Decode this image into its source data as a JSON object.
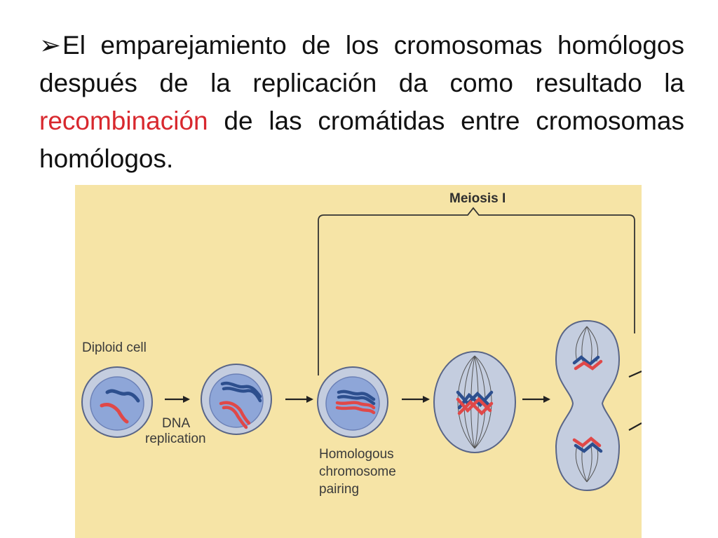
{
  "slide": {
    "bullet_icon": "arrow-bullet-icon",
    "text_before": "El emparejamiento de los cromosomas homólogos después de la replicación da como resultado la ",
    "highlight": "recombinación",
    "text_after": " de las cromátidas entre cromosomas homólogos.",
    "highlight_color": "#d8282e"
  },
  "figure": {
    "title": "Meiosis I",
    "labels": {
      "diploid": "Diploid cell",
      "replication_1": "DNA",
      "replication_2": "replication",
      "pairing_1": "Homologous",
      "pairing_2": "chromosome",
      "pairing_3": "pairing"
    },
    "colors": {
      "background": "#f6e4a6",
      "cell_fill": "#c4cddf",
      "nucleus_fill": "#8ea6d8",
      "chromosome_blue": "#2d4f8e",
      "chromosome_red": "#e04848"
    }
  }
}
